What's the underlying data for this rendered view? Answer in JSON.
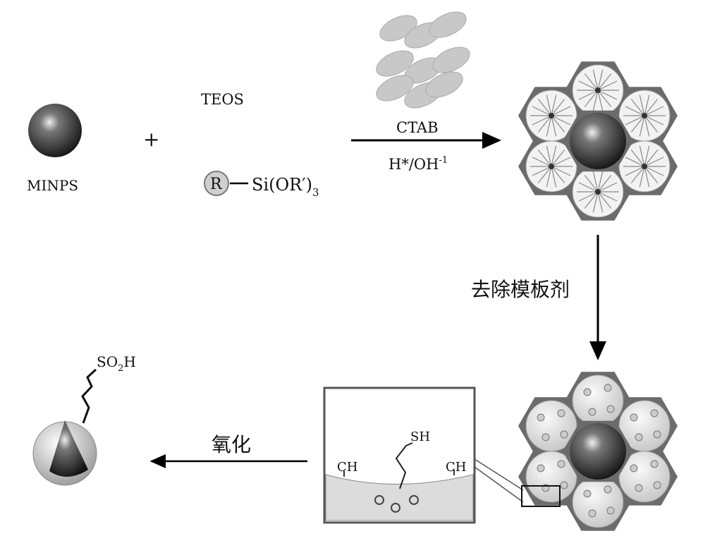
{
  "labels": {
    "minps": "MINPS",
    "plus": "+",
    "teos": "TEOS",
    "r": "R",
    "silane": "Si(OR′)",
    "silane_sub": "3",
    "ctab": "CTAB",
    "conditions": "H*/OH",
    "conditions_sup": "-1",
    "remove_template": "去除模板剂",
    "oxidation": "氧化",
    "sh": "SH",
    "ch_left": "CH",
    "ch_right": "CH",
    "so": "SO",
    "so_sub": "2",
    "so_h": "H"
  },
  "colors": {
    "frame": "#6b6b6b",
    "pore_fill": "#d4d4d4",
    "sphere": "#2a2a2a",
    "arrow": "#000000"
  }
}
